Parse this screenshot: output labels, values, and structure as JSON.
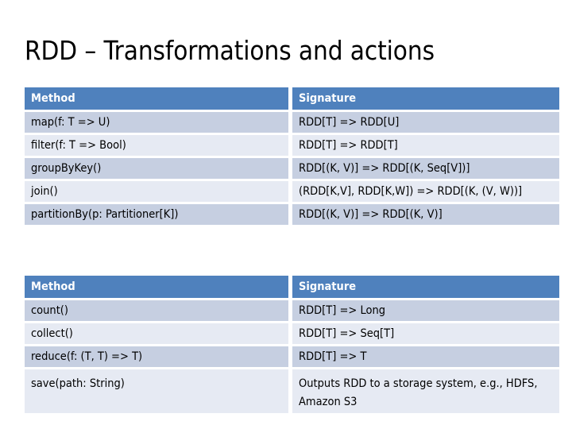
{
  "slide": {
    "title": "RDD – Transformations and actions"
  },
  "colors": {
    "header_blue": "#4f81bd",
    "row_dark": "#c6cfe1",
    "row_light": "#e6eaf3",
    "text": "#000000",
    "header_text": "#ffffff",
    "background": "#ffffff"
  },
  "tables": [
    {
      "name": "transformations",
      "columns": [
        "Method",
        "Signature"
      ],
      "rows": [
        {
          "method": "map(f: T => U)",
          "signature": "RDD[T] => RDD[U]"
        },
        {
          "method": "filter(f: T => Bool)",
          "signature": "RDD[T] => RDD[T]"
        },
        {
          "method": "groupByKey()",
          "signature": "RDD[(K, V)] => RDD[(K, Seq[V])]"
        },
        {
          "method": "join()",
          "signature": "(RDD[K,V], RDD[K,W]) => RDD[(K, (V, W))]"
        },
        {
          "method": "partitionBy(p: Partitioner[K])",
          "signature": "RDD[(K, V)] => RDD[(K, V)]"
        }
      ]
    },
    {
      "name": "actions",
      "columns": [
        "Method",
        "Signature"
      ],
      "rows": [
        {
          "method": "count()",
          "signature": "RDD[T] => Long"
        },
        {
          "method": "collect()",
          "signature": "RDD[T] => Seq[T]"
        },
        {
          "method": "reduce(f: (T, T) => T)",
          "signature": "RDD[T] => T"
        },
        {
          "method": "save(path: String)",
          "signature": "Outputs RDD to a storage system, e.g., HDFS, Amazon S3"
        }
      ]
    }
  ]
}
